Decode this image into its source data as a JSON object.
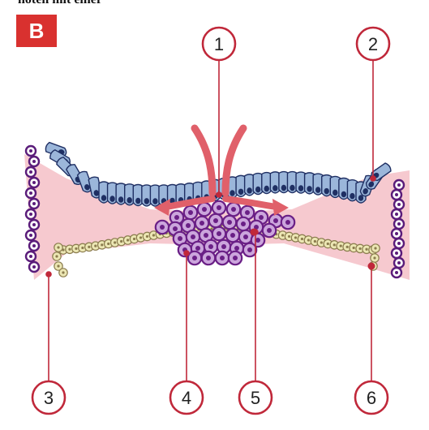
{
  "header": {
    "top_text": "hoten mit einer",
    "panel_letter": "B"
  },
  "callouts": [
    {
      "number": "1"
    },
    {
      "number": "2"
    },
    {
      "number": "3"
    },
    {
      "number": "4"
    },
    {
      "number": "5"
    },
    {
      "number": "6"
    }
  ],
  "colors": {
    "badge": "#d9312f",
    "callout_line": "#c0283a",
    "tissue_pink": "#f6c6cc",
    "arrow_pink": "#e0606a",
    "epiblast_fill": "#9bb6da",
    "epiblast_nucleus": "#1f2f63",
    "hypoblast_fill": "#ece7b4",
    "hypoblast_edge": "#8b7c4e",
    "mesoderm_purple": "#6a1f86",
    "mesoderm_light": "#cba5dc",
    "trophoblast_purple": "#5a1c7a"
  },
  "icons": [
    "badge-letter",
    "number-circle",
    "cell-shape",
    "arrow-shape"
  ]
}
